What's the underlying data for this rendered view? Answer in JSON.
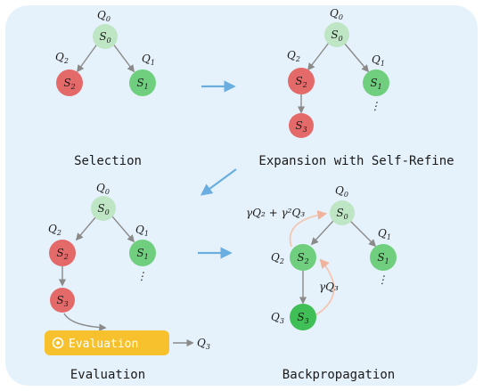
{
  "captions": {
    "selection": "Selection",
    "expansion": "Expansion with Self-Refine",
    "evaluation": "Evaluation",
    "backprop": "Backpropagation"
  },
  "nodes": {
    "s0": "S",
    "s0_sub": "0",
    "s1": "S",
    "s1_sub": "1",
    "s2": "S",
    "s2_sub": "2",
    "s3": "S",
    "s3_sub": "3"
  },
  "q_labels": {
    "q0": "Q",
    "q0_sub": "0",
    "q1": "Q",
    "q1_sub": "1",
    "q2": "Q",
    "q2_sub": "2",
    "q3": "Q",
    "q3_sub": "3"
  },
  "ellipsis": "⋮",
  "evaluation_box": {
    "label": "Evaluation",
    "icon": "gear-icon"
  },
  "backprop_labels": {
    "upper": "γQ₂ + γ²Q₃",
    "lower": "γQ₃"
  },
  "colors": {
    "panel_bg": "#e6f2fb",
    "node_light_green": "#bfe6c4",
    "node_green": "#6fcf7f",
    "node_dark_green": "#3fbf55",
    "node_red": "#e46a6a",
    "arrow_blue": "#6aaee0",
    "eval_yellow": "#f6c12c",
    "backprop_arc": "#f4c6b4"
  }
}
